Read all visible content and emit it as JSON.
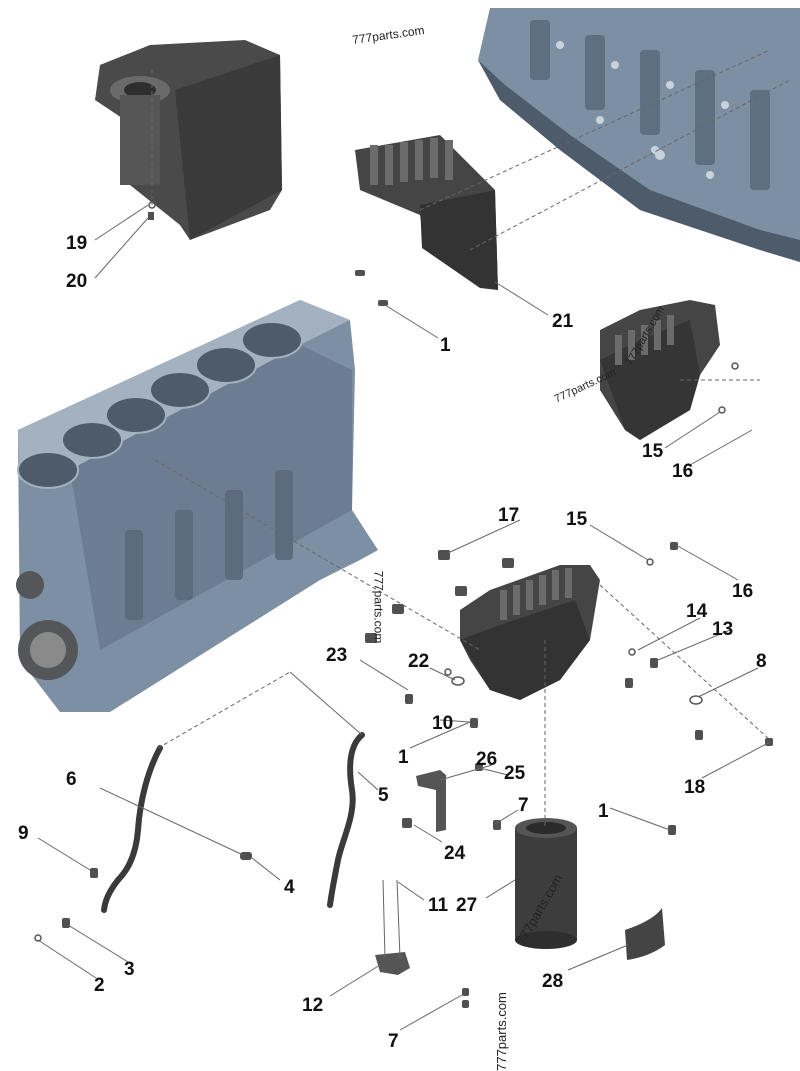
{
  "diagram": {
    "watermark": "777parts.com",
    "colors": {
      "block_steel": "#7d8fa3",
      "block_shadow": "#4d5b6b",
      "part_dark": "#3c3c3c",
      "part_mid": "#5a5a5a",
      "leader": "#666666",
      "label": "#111111"
    },
    "callouts": [
      {
        "id": "c19",
        "text": "19"
      },
      {
        "id": "c20",
        "text": "20"
      },
      {
        "id": "c21",
        "text": "21"
      },
      {
        "id": "c1a",
        "text": "1"
      },
      {
        "id": "c15a",
        "text": "15"
      },
      {
        "id": "c16a",
        "text": "16"
      },
      {
        "id": "c17",
        "text": "17"
      },
      {
        "id": "c15b",
        "text": "15"
      },
      {
        "id": "c16b",
        "text": "16"
      },
      {
        "id": "c14",
        "text": "14"
      },
      {
        "id": "c13",
        "text": "13"
      },
      {
        "id": "c8",
        "text": "8"
      },
      {
        "id": "c23",
        "text": "23"
      },
      {
        "id": "c22",
        "text": "22"
      },
      {
        "id": "c10",
        "text": "10"
      },
      {
        "id": "c1b",
        "text": "1"
      },
      {
        "id": "c26",
        "text": "26"
      },
      {
        "id": "c25",
        "text": "25"
      },
      {
        "id": "c6",
        "text": "6"
      },
      {
        "id": "c5",
        "text": "5"
      },
      {
        "id": "c7a",
        "text": "7"
      },
      {
        "id": "c1c",
        "text": "1"
      },
      {
        "id": "c18",
        "text": "18"
      },
      {
        "id": "c9",
        "text": "9"
      },
      {
        "id": "c24",
        "text": "24"
      },
      {
        "id": "c4",
        "text": "4"
      },
      {
        "id": "c11",
        "text": "11"
      },
      {
        "id": "c27",
        "text": "27"
      },
      {
        "id": "c3",
        "text": "3"
      },
      {
        "id": "c2",
        "text": "2"
      },
      {
        "id": "c28",
        "text": "28"
      },
      {
        "id": "c12",
        "text": "12"
      },
      {
        "id": "c7b",
        "text": "7"
      }
    ]
  }
}
